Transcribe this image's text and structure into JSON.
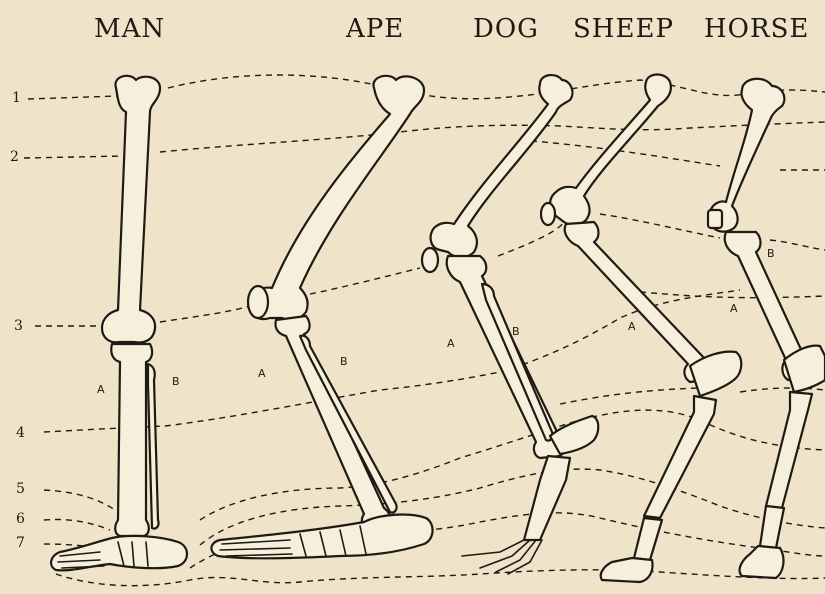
{
  "headers": [
    "MAN",
    "APE",
    "DOG",
    "SHEEP",
    "HORSE"
  ],
  "level_numbers": [
    "1",
    "2",
    "3",
    "4",
    "5",
    "6",
    "7"
  ],
  "bone_labels": {
    "a": "A",
    "b": "B"
  },
  "colors": {
    "paper": "#efe4c9",
    "ink": "#1f1a14",
    "bone": "#f6efdc"
  }
}
